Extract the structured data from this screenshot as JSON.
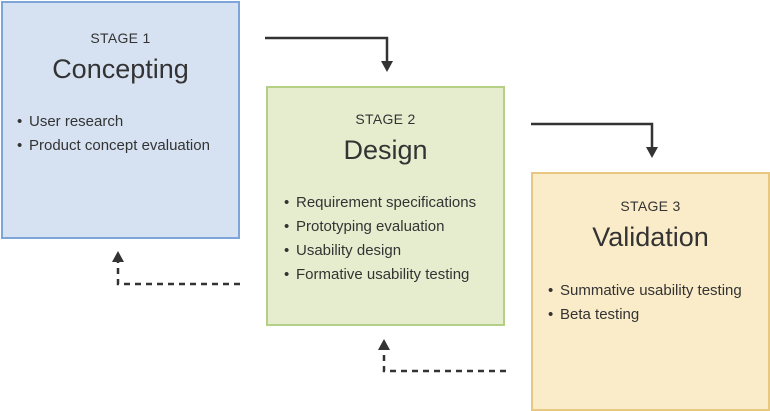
{
  "stages": [
    {
      "label": "STAGE 1",
      "title": "Concepting",
      "items": [
        "User research",
        "Product concept evaluation"
      ]
    },
    {
      "label": "STAGE 2",
      "title": "Design",
      "items": [
        "Requirement specifications",
        "Prototyping evaluation",
        "Usability design",
        "Formative usability testing"
      ]
    },
    {
      "label": "STAGE 3",
      "title": "Validation",
      "items": [
        "Summative usability testing",
        "Beta testing"
      ]
    }
  ],
  "colors": {
    "stage1_fill": "#d6e2f2",
    "stage1_border": "#7da5d9",
    "stage2_fill": "#e6edcf",
    "stage2_border": "#b4cf86",
    "stage3_fill": "#faecc9",
    "stage3_border": "#e8c880",
    "arrow": "#333333"
  },
  "connectors": {
    "forward_style": "solid",
    "feedback_style": "dashed"
  }
}
